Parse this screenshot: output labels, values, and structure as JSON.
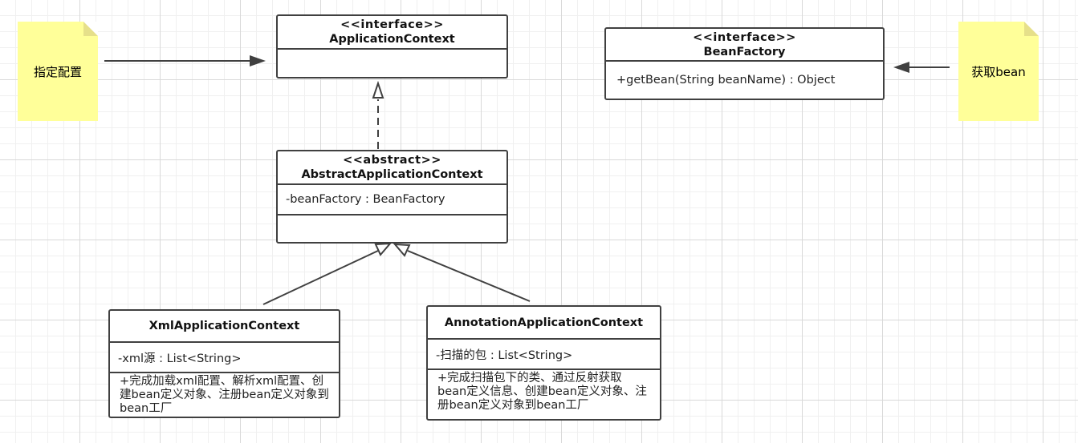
{
  "notes": {
    "config": "指定配置",
    "getbean": "获取bean"
  },
  "classes": {
    "application_context": {
      "stereotype": "<<interface>>",
      "name": "ApplicationContext"
    },
    "bean_factory": {
      "stereotype": "<<interface>>",
      "name": "BeanFactory",
      "method": "+getBean(String beanName) : Object"
    },
    "abstract_application_context": {
      "stereotype": "<<abstract>>",
      "name": "AbstractApplicationContext",
      "attribute": "-beanFactory : BeanFactory"
    },
    "xml_application_context": {
      "name": "XmlApplicationContext",
      "attribute": "-xml源 : List<String>",
      "method": "+完成加载xml配置、解析xml配置、创建bean定义对象、注册bean定义对象到bean工厂"
    },
    "annotation_application_context": {
      "name": "AnnotationApplicationContext",
      "attribute": "-扫描的包 : List<String>",
      "method": "+完成扫描包下的类、通过反射获取bean定义信息、创建bean定义对象、注册bean定义对象到bean工厂"
    }
  },
  "colors": {
    "note_fill": "#ffff99",
    "border": "#404040",
    "grid": "#d9d9d9"
  }
}
